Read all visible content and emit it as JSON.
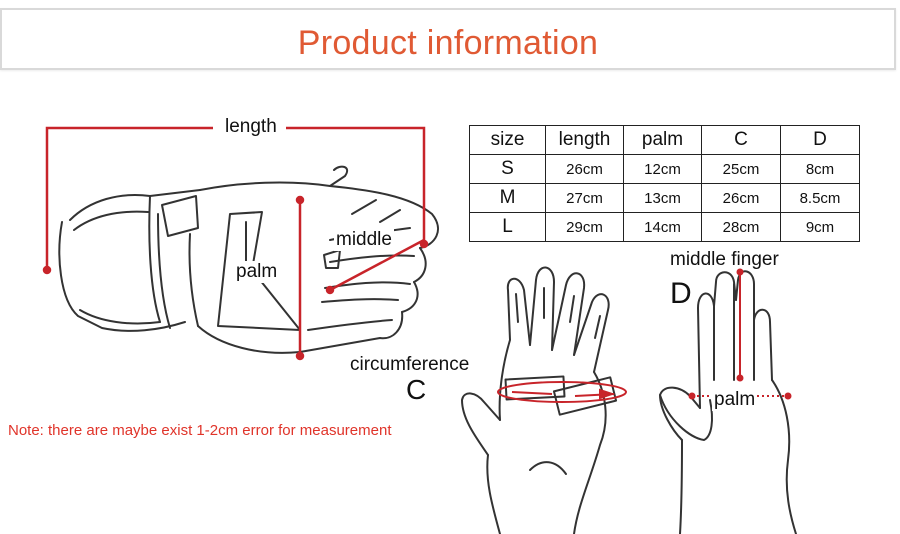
{
  "header": {
    "title": "Product information"
  },
  "labels": {
    "length": "length",
    "middle": "middle",
    "palm": "palm",
    "circumference": "circumference",
    "c_letter": "C",
    "middle_finger": "middle finger",
    "d_letter": "D",
    "palm2": "palm"
  },
  "note": "Note: there are maybe exist 1-2cm error for measurement",
  "size_table": {
    "headers": [
      "size",
      "length",
      "palm",
      "C",
      "D"
    ],
    "rows": [
      [
        "S",
        "26cm",
        "12cm",
        "25cm",
        "8cm"
      ],
      [
        "M",
        "27cm",
        "13cm",
        "26cm",
        "8.5cm"
      ],
      [
        "L",
        "29cm",
        "14cm",
        "28cm",
        "9cm"
      ]
    ]
  },
  "colors": {
    "accent": "#e05a34",
    "measure_line": "#c8242a",
    "note": "#e0342a"
  },
  "icons": [
    "glove-illustration",
    "hand-palm-illustration",
    "middle-finger-illustration"
  ]
}
